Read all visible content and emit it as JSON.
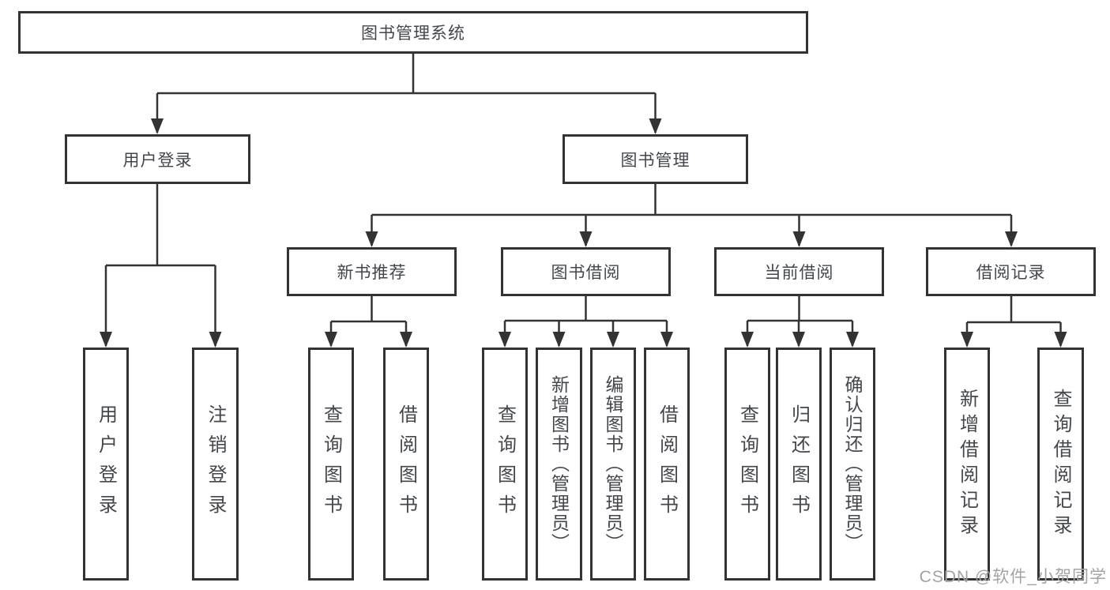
{
  "diagram": {
    "root": "图书管理系统",
    "branches": [
      {
        "label": "用户登录",
        "children": [
          "用户登录",
          "注销登录"
        ]
      },
      {
        "label": "图书管理",
        "sections": [
          {
            "label": "新书推荐",
            "children": [
              "查询图书",
              "借阅图书"
            ]
          },
          {
            "label": "图书借阅",
            "children": [
              "查询图书",
              "新增图书（管理员）",
              "编辑图书（管理员）",
              "借阅图书"
            ]
          },
          {
            "label": "当前借阅",
            "children": [
              "查询图书",
              "归还图书",
              "确认归还（管理员）"
            ]
          },
          {
            "label": "借阅记录",
            "children": [
              "新增借阅记录",
              "查询借阅记录"
            ]
          }
        ]
      }
    ]
  },
  "watermark": "CSDN @软件_小贺同学",
  "colors": {
    "line": "#333333",
    "box_border": "#333333",
    "text": "#43474c",
    "watermark": "#a3a3a5",
    "background": "#ffffff"
  }
}
